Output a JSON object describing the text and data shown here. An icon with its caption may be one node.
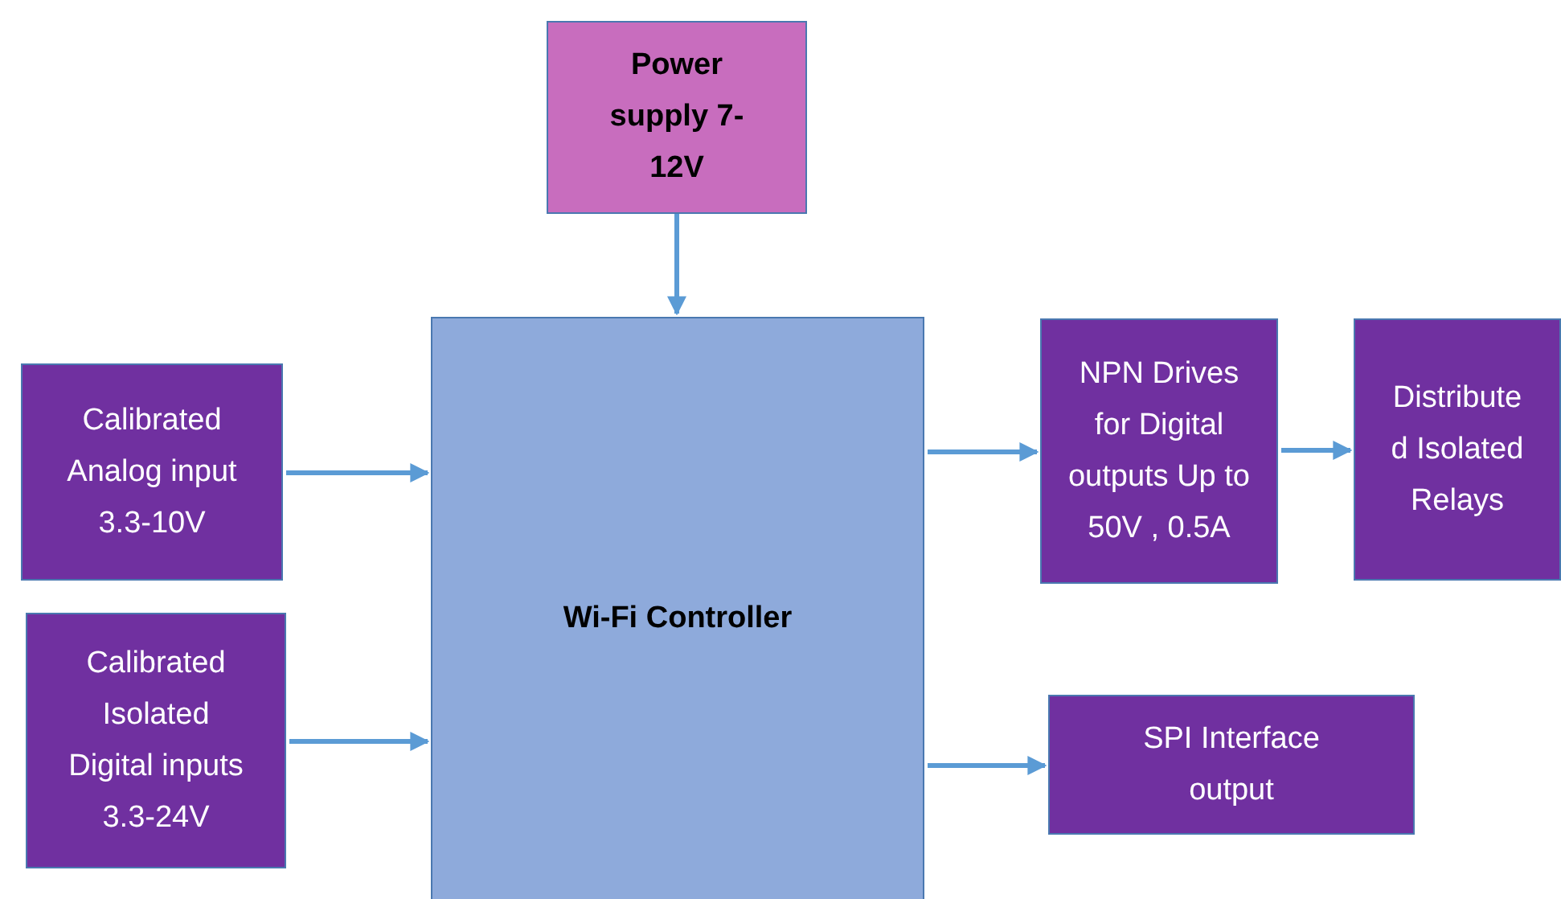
{
  "diagram": {
    "nodes": [
      {
        "text": [
          "Power supply 7-12V"
        ]
      },
      {
        "text": [
          "Wi-Fi Controller"
        ]
      },
      {
        "text": [
          "Calibrated Analog input 3.3-10V"
        ]
      },
      {
        "text": [
          "Calibrated Isolated Digital inputs 3.3-24V"
        ]
      },
      {
        "text": [
          "NPN Drives for Digital outputs Up to 50V , 0.5A"
        ]
      },
      {
        "text": [
          "Distribute d Isolated Relays"
        ]
      },
      {
        "text": [
          "SPI Interface output"
        ]
      }
    ],
    "edges": [
      {
        "from": 0,
        "to": 1,
        "arrow": "to"
      },
      {
        "from": 2,
        "to": 1,
        "arrow": "to"
      },
      {
        "from": 3,
        "to": 1,
        "arrow": "to"
      },
      {
        "from": 1,
        "to": 4,
        "arrow": "to"
      },
      {
        "from": 4,
        "to": 5,
        "arrow": "to"
      },
      {
        "from": 1,
        "to": 6,
        "arrow": "to"
      }
    ]
  }
}
